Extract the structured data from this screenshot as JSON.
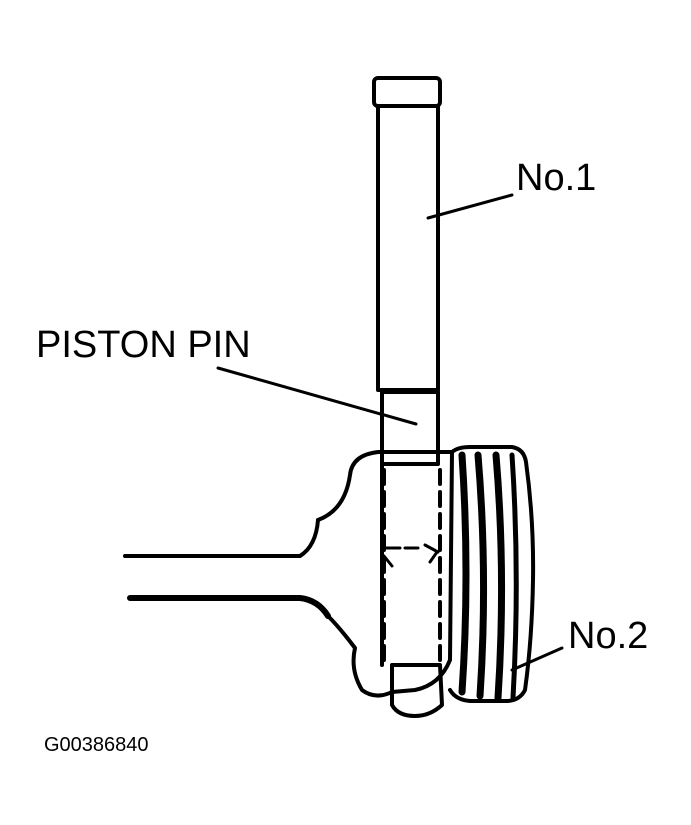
{
  "labels": {
    "no1": "No.1",
    "piston_pin": "PISTON PIN",
    "no2": "No.2"
  },
  "figure_id": "G00386840",
  "colors": {
    "ink": "#000000",
    "paper": "#ffffff"
  }
}
